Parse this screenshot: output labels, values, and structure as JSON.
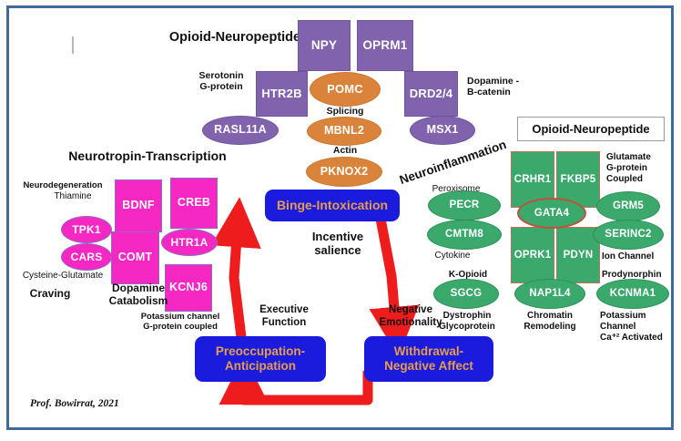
{
  "figure": {
    "signature": "Prof. Bowirrat, 2021",
    "border_color": "#41699c",
    "arrow_color": "#ee1c1c",
    "stage_box_fill": "#1b1bdd",
    "stage_box_text_color": "#e79c4a"
  },
  "section_titles": {
    "opioid_top": "Opioid-Neuropeptide",
    "neurotropin": "Neurotropin-Transcription",
    "neuroinflammation": "Neuroinflammation",
    "opioid_right": "Opioid-Neuropeptide"
  },
  "top_cluster": {
    "genes": [
      {
        "id": "NPY",
        "label": "NPY",
        "shape": "square",
        "color": "#8063ac"
      },
      {
        "id": "OPRM1",
        "label": "OPRM1",
        "shape": "square",
        "color": "#8063ac"
      },
      {
        "id": "HTR2B",
        "label": "HTR2B",
        "shape": "square",
        "color": "#8063ac"
      },
      {
        "id": "POMC",
        "label": "POMC",
        "shape": "ellipse",
        "color": "#d9833b"
      },
      {
        "id": "DRD2_4",
        "label": "DRD2/4",
        "shape": "square",
        "color": "#8063ac"
      },
      {
        "id": "RASL11A",
        "label": "RASL11A",
        "shape": "ellipse",
        "color": "#8063ac"
      },
      {
        "id": "MBNL2",
        "label": "MBNL2",
        "shape": "ellipse",
        "color": "#d9833b"
      },
      {
        "id": "MSX1",
        "label": "MSX1",
        "shape": "ellipse",
        "color": "#8063ac"
      },
      {
        "id": "PKNOX2",
        "label": "PKNOX2",
        "shape": "ellipse",
        "color": "#d9833b"
      }
    ],
    "annotations": {
      "serotonin": "Serotonin\nG-protein",
      "dopamine_catenin": "Dopamine -\nB-catenin",
      "splicing": "Splicing",
      "actin": "Actin"
    }
  },
  "left_cluster": {
    "genes": [
      {
        "id": "BDNF",
        "label": "BDNF",
        "shape": "square",
        "color": "#f528c3"
      },
      {
        "id": "CREB",
        "label": "CREB",
        "shape": "square",
        "color": "#f528c3"
      },
      {
        "id": "TPK1",
        "label": "TPK1",
        "shape": "ellipse",
        "color": "#f528c3"
      },
      {
        "id": "CARS",
        "label": "CARS",
        "shape": "ellipse",
        "color": "#f528c3"
      },
      {
        "id": "COMT",
        "label": "COMT",
        "shape": "square",
        "color": "#f528c3"
      },
      {
        "id": "HTR1A",
        "label": "HTR1A",
        "shape": "ellipse",
        "color": "#f528c3"
      },
      {
        "id": "KCNJ6",
        "label": "KCNJ6",
        "shape": "square",
        "color": "#f528c3"
      }
    ],
    "annotations": {
      "neurodegeneration": "Neurodegeneration",
      "thiamine": "Thiamine",
      "cysteine_glutamate": "Cysteine-Glutamate",
      "craving": "Craving",
      "dopamine_catabolism": "Dopamine\nCatabolism",
      "potassium": "Potassium channel\nG-protein coupled"
    }
  },
  "right_cluster": {
    "genes": [
      {
        "id": "CRHR1",
        "label": "CRHR1",
        "shape": "square",
        "color": "#3aa96b"
      },
      {
        "id": "FKBP5",
        "label": "FKBP5",
        "shape": "square",
        "color": "#3aa96b"
      },
      {
        "id": "GATA4",
        "label": "GATA4",
        "shape": "ellipse",
        "color": "#3aa96b"
      },
      {
        "id": "PECR",
        "label": "PECR",
        "shape": "ellipse",
        "color": "#3aa96b"
      },
      {
        "id": "CMTM8",
        "label": "CMTM8",
        "shape": "ellipse",
        "color": "#3aa96b"
      },
      {
        "id": "GRM5",
        "label": "GRM5",
        "shape": "ellipse",
        "color": "#3aa96b"
      },
      {
        "id": "SERINC2",
        "label": "SERINC2",
        "shape": "ellipse",
        "color": "#3aa96b"
      },
      {
        "id": "OPRK1",
        "label": "OPRK1",
        "shape": "square",
        "color": "#3aa96b"
      },
      {
        "id": "PDYN",
        "label": "PDYN",
        "shape": "square",
        "color": "#3aa96b"
      },
      {
        "id": "SGCG",
        "label": "SGCG",
        "shape": "ellipse",
        "color": "#3aa96b"
      },
      {
        "id": "NAP1L4",
        "label": "NAP1L4",
        "shape": "ellipse",
        "color": "#3aa96b"
      },
      {
        "id": "KCNMA1",
        "label": "KCNMA1",
        "shape": "ellipse",
        "color": "#3aa96b"
      }
    ],
    "annotations": {
      "peroxisome": "Peroxisome",
      "cytokine": "Cytokine",
      "k_opioid": "K-Opioid",
      "glutamate": "Glutamate\nG-protein\nCoupled",
      "ion_channel": "Ion Channel",
      "prodynorphin": "Prodynorphin",
      "dystrophin": "Dystrophin\nGlycoprotein",
      "chromatin": "Chromatin\nRemodeling",
      "potassium_ca": "Potassium\nChannel\nCa⁺² Activated"
    }
  },
  "cycle": {
    "stages": [
      {
        "id": "binge",
        "label": "Binge-Intoxication"
      },
      {
        "id": "preoccupation",
        "label": "Preoccupation-\nAnticipation"
      },
      {
        "id": "withdrawal",
        "label": "Withdrawal-\nNegative Affect"
      }
    ],
    "transitions": [
      {
        "id": "incentive",
        "label": "Incentive\nsalience"
      },
      {
        "id": "executive",
        "label": "Executive\nFunction"
      },
      {
        "id": "negative",
        "label": "Negative\nEmotionality"
      }
    ]
  }
}
